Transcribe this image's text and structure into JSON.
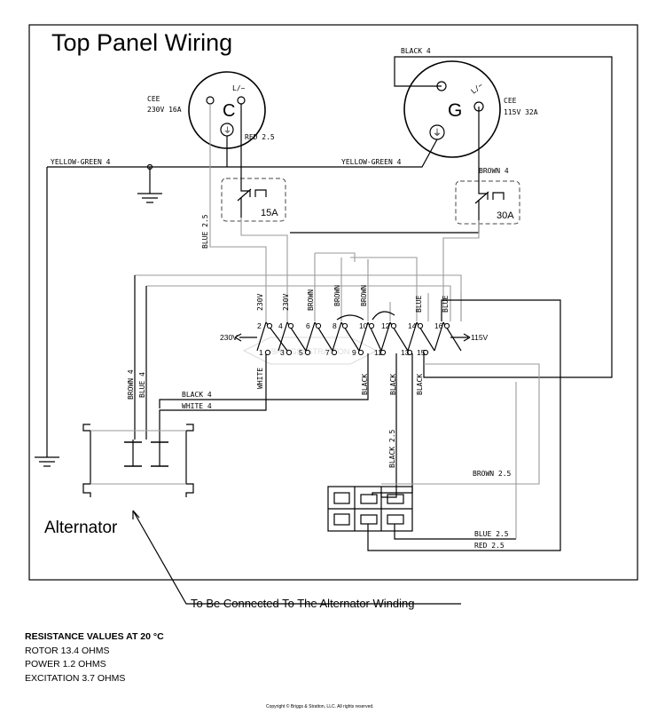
{
  "title": "Top Panel Wiring",
  "outlet_230": {
    "type": "CEE",
    "rating": "230V 16A",
    "pin": "L/~",
    "center": "C",
    "ground": "⏚"
  },
  "outlet_115": {
    "type": "CEE",
    "rating": "115V 32A",
    "pin": "L/~",
    "center": "G",
    "ground": "⏚"
  },
  "breakers": {
    "b1": "15A",
    "b2": "30A"
  },
  "switch_label_left": "230V",
  "switch_label_right": "115V",
  "switch_terminals": [
    "1",
    "2",
    "3",
    "4",
    "5",
    "6",
    "7",
    "8",
    "9",
    "10",
    "11",
    "12",
    "13",
    "14",
    "15",
    "16"
  ],
  "wire_labels": {
    "black4_top": "BLACK 4",
    "red25_top": "RED 2.5",
    "yg4_left": "YELLOW-GREEN 4",
    "yg4_right": "YELLOW-GREEN 4",
    "brown4_top": "BROWN 4",
    "blue25_left": "BLUE 2.5",
    "v230_a": "230V",
    "v230_b": "230V",
    "brown_a": "BROWN",
    "brown_b": "BROWN",
    "brown_c": "BROWN",
    "blue_a": "BLUE",
    "blue_b": "BLUE",
    "brown4_left": "BROWN 4",
    "blue4_left": "BLUE 4",
    "black4_mid": "BLACK 4",
    "white4_mid": "WHITE 4",
    "white_v": "WHITE",
    "black_a": "BLACK",
    "black_b": "BLACK",
    "black_c": "BLACK",
    "black25_v": "BLACK 2.5",
    "brown25": "BROWN 2.5",
    "blue25": "BLUE 2.5",
    "red25": "RED 2.5"
  },
  "watermark": "BRIGGS&STRATTON",
  "alternator_label": "Alternator",
  "callout": "To Be Connected To The Alternator Winding",
  "resistance": {
    "heading": "RESISTANCE VALUES AT 20 °C",
    "rotor": "ROTOR 13.4 OHMS",
    "power": "POWER 1.2 OHMS",
    "excitation": "EXCITATION 3.7 OHMS"
  },
  "copyright": "Copyright © Briggs & Stratton, LLC. All rights reserved."
}
